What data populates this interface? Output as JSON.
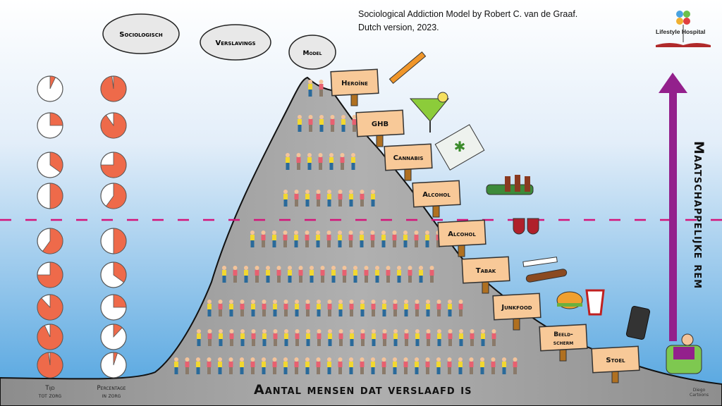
{
  "title": {
    "line1": "Sociological Addiction Model by Robert C. van de Graaf.",
    "line2": "Dutch version, 2023."
  },
  "clouds": [
    "Sociologisch",
    "Verslavings",
    "Model"
  ],
  "logo": {
    "text": "Lifestyle Hospital"
  },
  "axis_label_right": "Maatschappelijke rem",
  "axis_label_bottom": "Aantal mensen dat verslaafd is",
  "pie_columns": [
    {
      "label_line1": "Tijd",
      "label_line2": "tot zorg",
      "fractions": [
        0.07,
        0.25,
        0.35,
        0.5,
        0.6,
        0.75,
        0.88,
        0.93,
        0.98
      ]
    },
    {
      "label_line1": "Percentage",
      "label_line2": "in zorg",
      "fractions": [
        0.98,
        0.9,
        0.75,
        0.6,
        0.5,
        0.35,
        0.25,
        0.12,
        0.05
      ]
    }
  ],
  "signs": [
    "Heroïne",
    "GHB",
    "Cannabis",
    "Alcohol",
    "Alcohol",
    "Tabak",
    "Junkfood",
    "Beeld-",
    "Stoel"
  ],
  "sign_beeldscherm_line2": "scherm",
  "people_per_row": [
    2,
    6,
    7,
    9,
    18,
    20,
    24,
    28,
    32
  ],
  "signature": {
    "line1": "Diego",
    "line2": "Cartoons"
  },
  "colors": {
    "pie": "#ee6a4a",
    "arrow": "#93208c",
    "dash": "#d4147a",
    "mountain": "#9a9a9a",
    "sign": "#f8c998"
  }
}
